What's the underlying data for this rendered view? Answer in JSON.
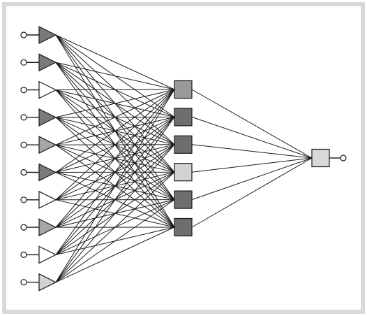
{
  "diagram": {
    "type": "neural-network",
    "layers": [
      {
        "name": "input",
        "shape": "triangle",
        "nodes": [
          {
            "fill": "#7a7a7a"
          },
          {
            "fill": "#7a7a7a"
          },
          {
            "fill": "#ffffff"
          },
          {
            "fill": "#7a7a7a"
          },
          {
            "fill": "#a6a6a6"
          },
          {
            "fill": "#7a7a7a"
          },
          {
            "fill": "#ffffff"
          },
          {
            "fill": "#a6a6a6"
          },
          {
            "fill": "#ffffff"
          },
          {
            "fill": "#d2d2d2"
          }
        ]
      },
      {
        "name": "hidden",
        "shape": "square",
        "nodes": [
          {
            "fill": "#9a9a9a"
          },
          {
            "fill": "#6e6e6e"
          },
          {
            "fill": "#6e6e6e"
          },
          {
            "fill": "#d2d2d2"
          },
          {
            "fill": "#6e6e6e"
          },
          {
            "fill": "#6e6e6e"
          }
        ]
      },
      {
        "name": "output",
        "shape": "square",
        "nodes": [
          {
            "fill": "#d9d9d9"
          }
        ]
      }
    ],
    "connectivity": "fully-connected",
    "colors": {
      "stroke": "#1a1a1a",
      "frame": "#d9d9d9",
      "background": "#ffffff"
    }
  }
}
